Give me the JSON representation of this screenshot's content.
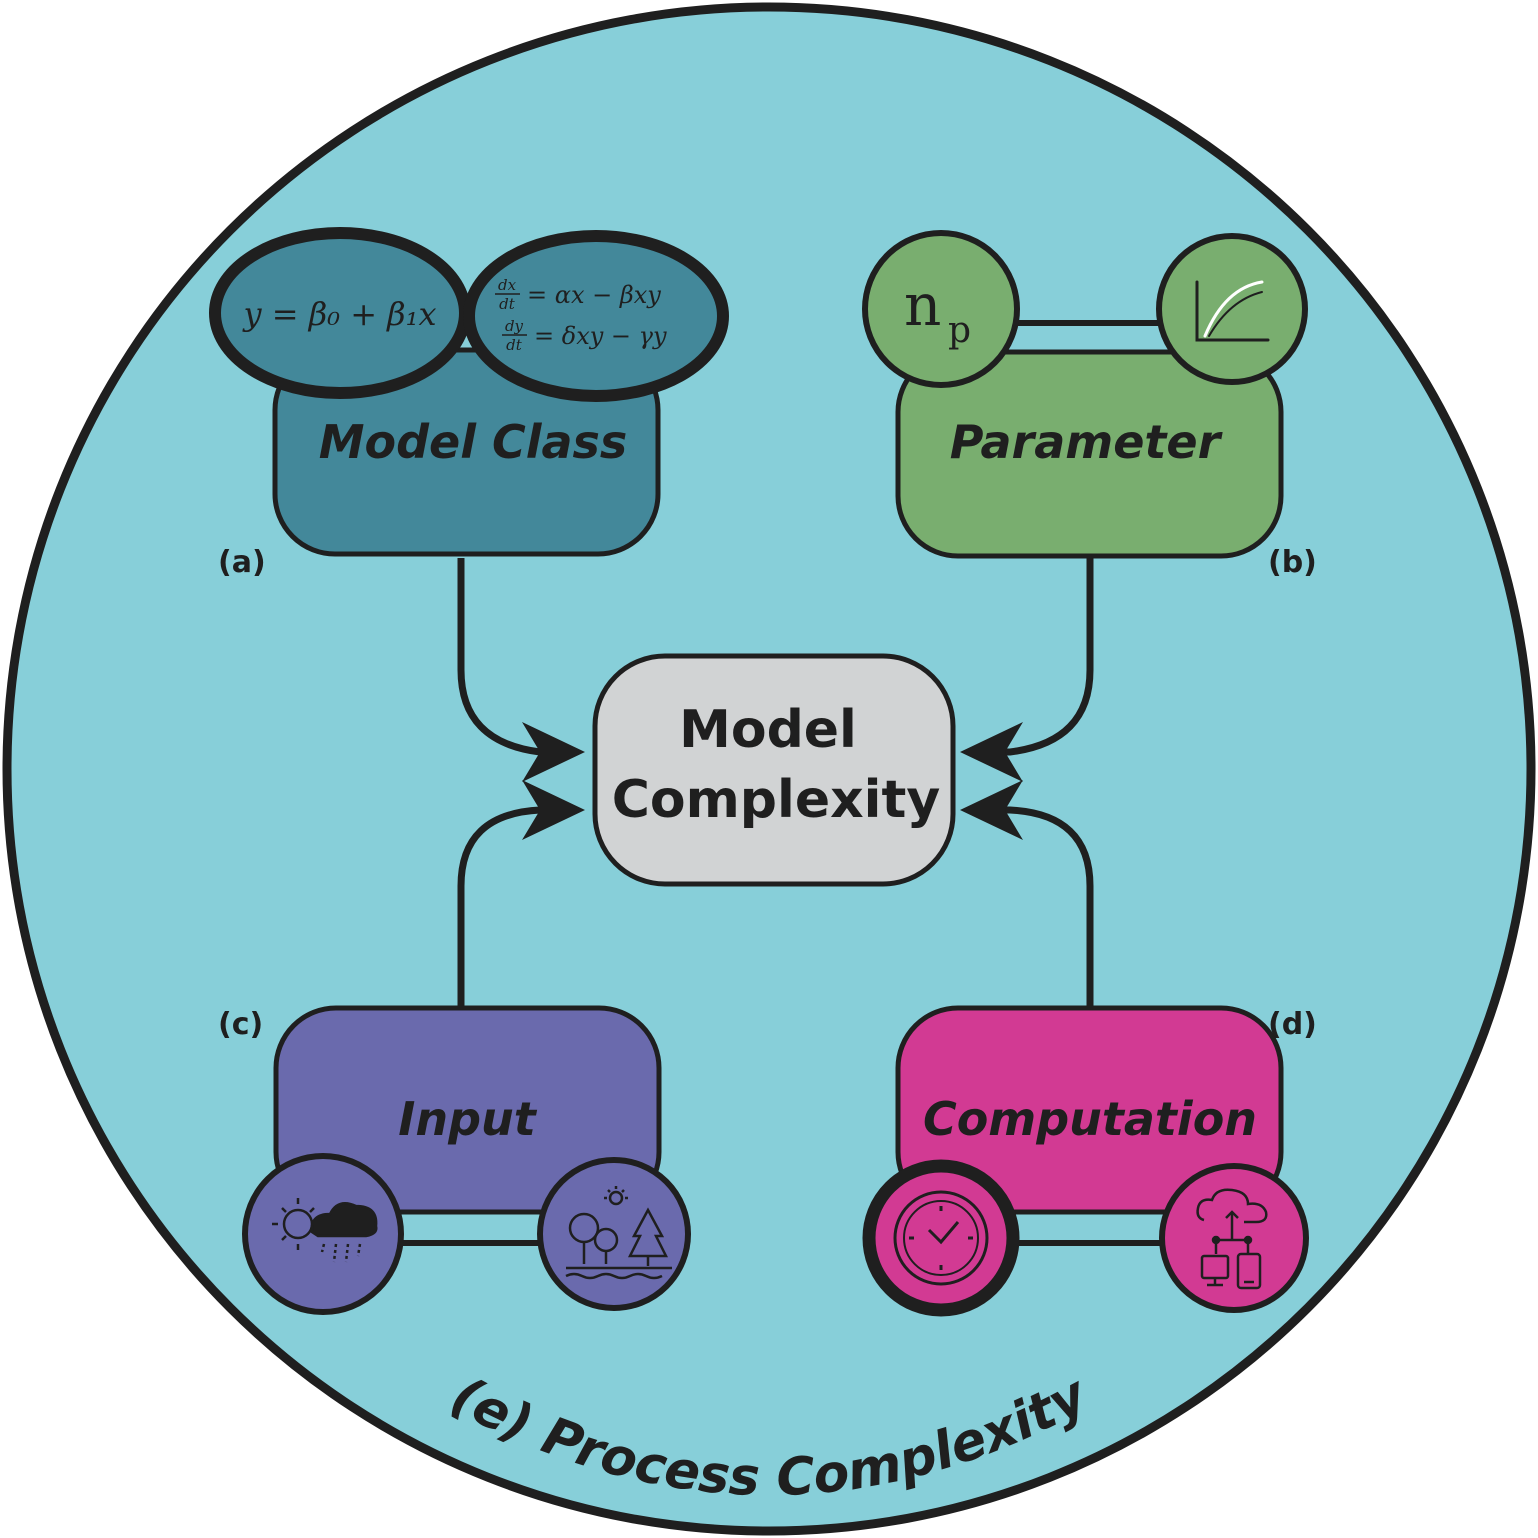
{
  "outer": {
    "caption": "(e) Process Complexity",
    "fill": "#87cfd9"
  },
  "center": {
    "line1": "Model",
    "line2": "Complexity",
    "fill": "#d1d3d4"
  },
  "model_class": {
    "tag": "(a)",
    "title": "Model Class",
    "fill": "#43889a",
    "equation_linear": "y = β₀ + β₁x",
    "equation_ode_1": "= αx − βxy",
    "equation_ode_2": "= δxy − γy",
    "frac_dx": "dx",
    "frac_dy": "dy",
    "frac_dt": "dt"
  },
  "parameter": {
    "tag": "(b)",
    "title": "Parameter",
    "fill": "#79ae6f",
    "np_symbol": "n",
    "np_subscript": "p",
    "icon": "response-curve-icon"
  },
  "input": {
    "tag": "(c)",
    "title": "Input",
    "fill": "#6a6aad",
    "icons": [
      "weather-icon",
      "landscape-icon"
    ]
  },
  "computation": {
    "tag": "(d)",
    "title": "Computation",
    "fill": "#d23a93",
    "icons": [
      "clock-icon",
      "cloud-network-icon"
    ]
  }
}
